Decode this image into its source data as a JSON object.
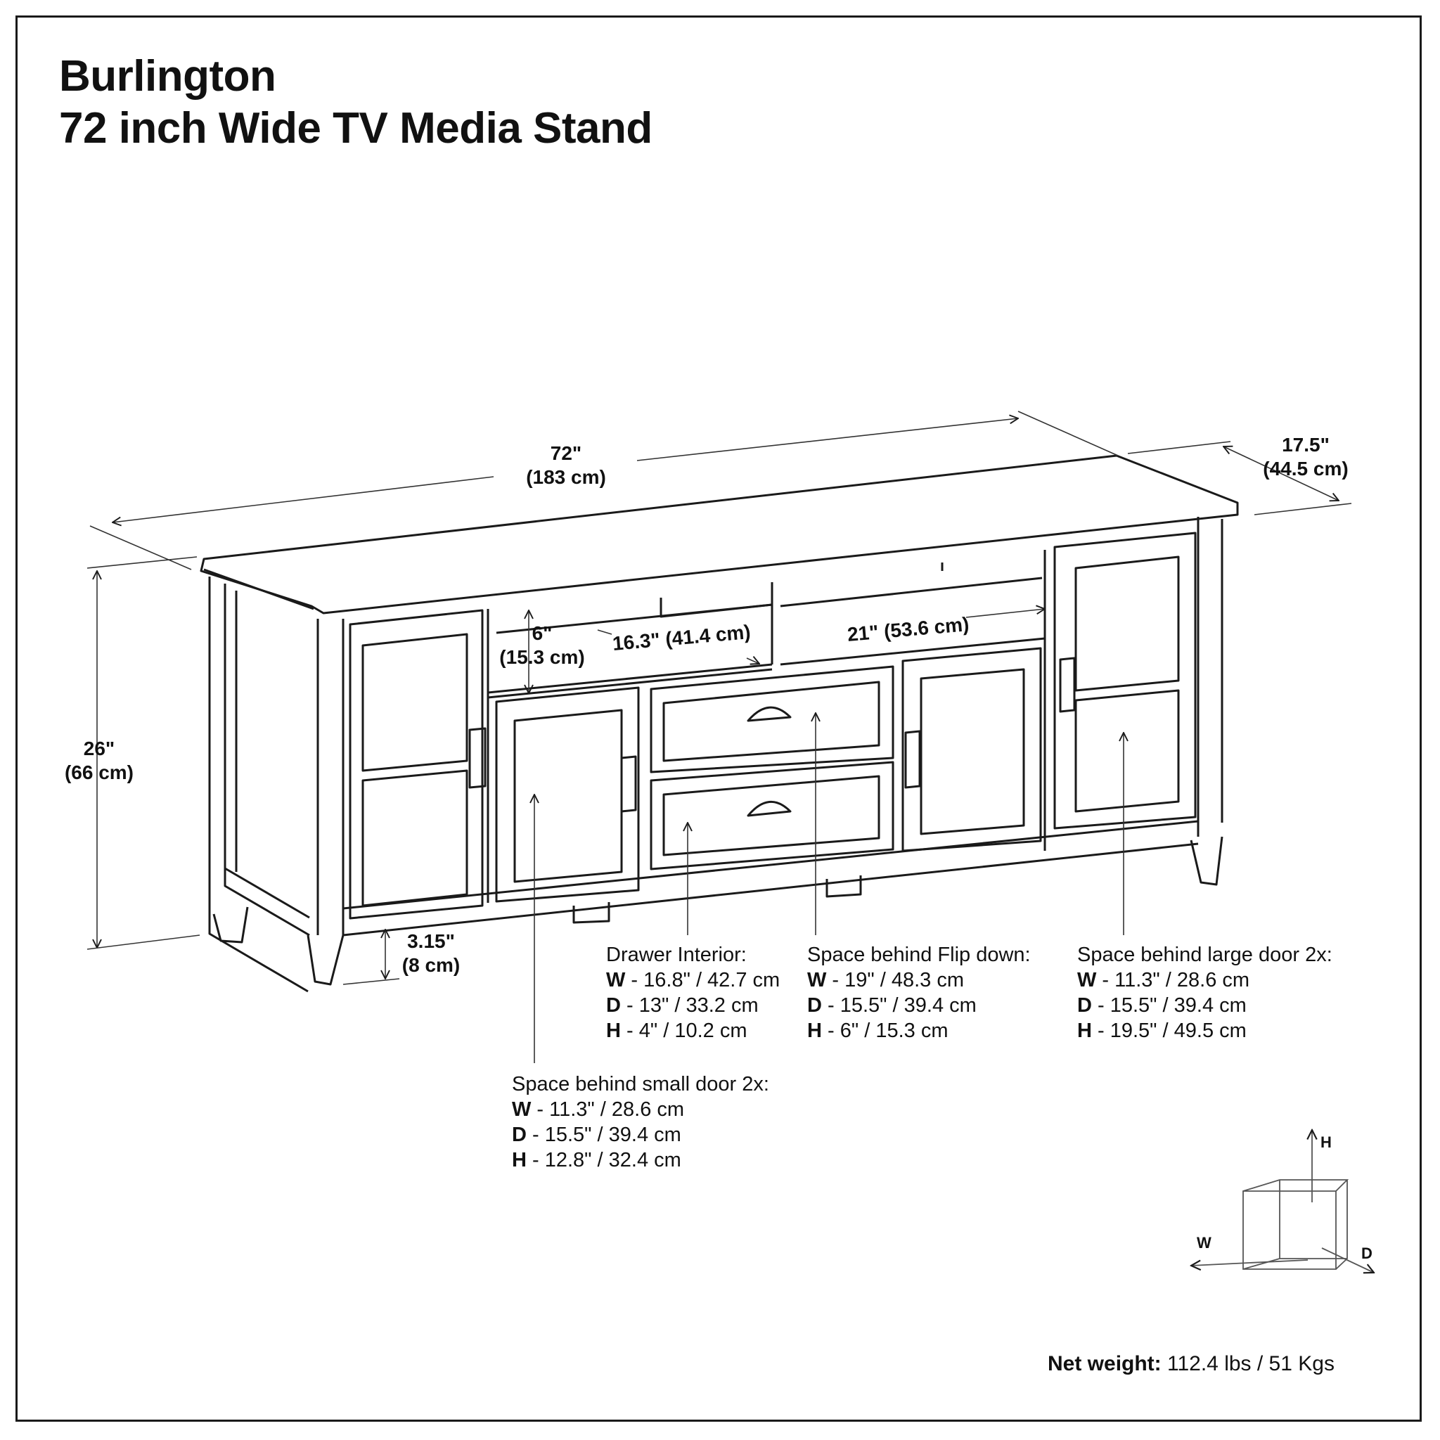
{
  "title": {
    "line1": "Burlington",
    "line2": "72 inch Wide TV Media Stand"
  },
  "dimensions": {
    "width": {
      "imperial": "72\"",
      "metric": "(183 cm)"
    },
    "depth": {
      "imperial": "17.5\"",
      "metric": "(44.5 cm)"
    },
    "height": {
      "imperial": "26\"",
      "metric": "(66 cm)"
    },
    "clearance": {
      "imperial": "3.15\"",
      "metric": "(8 cm)"
    },
    "shelf_height": {
      "imperial": "6\"",
      "metric": "(15.3 cm)"
    },
    "left_opening": "16.3\" (41.4 cm)",
    "right_opening": "21\" (53.6 cm)"
  },
  "specs": [
    {
      "heading": "Drawer Interior:",
      "rows": [
        {
          "key": "W",
          "value": " - 16.8\" / 42.7 cm"
        },
        {
          "key": "D",
          "value": " - 13\" / 33.2 cm"
        },
        {
          "key": "H",
          "value": " - 4\" / 10.2 cm"
        }
      ]
    },
    {
      "heading": "Space behind Flip down:",
      "rows": [
        {
          "key": "W",
          "value": " - 19\" / 48.3 cm"
        },
        {
          "key": "D",
          "value": " - 15.5\" / 39.4 cm"
        },
        {
          "key": "H",
          "value": " - 6\" / 15.3 cm"
        }
      ]
    },
    {
      "heading": "Space behind large door 2x:",
      "rows": [
        {
          "key": "W",
          "value": " - 11.3\" / 28.6 cm"
        },
        {
          "key": "D",
          "value": " - 15.5\" / 39.4 cm"
        },
        {
          "key": "H",
          "value": " - 19.5\" / 49.5 cm"
        }
      ]
    },
    {
      "heading": "Space behind small door 2x:",
      "rows": [
        {
          "key": "W",
          "value": " - 11.3\" / 28.6 cm"
        },
        {
          "key": "D",
          "value": " - 15.5\" / 39.4 cm"
        },
        {
          "key": "H",
          "value": " - 12.8\" / 32.4 cm"
        }
      ]
    }
  ],
  "axis_legend": {
    "h": "H",
    "w": "W",
    "d": "D"
  },
  "weight": {
    "label": "Net weight:",
    "value": " 112.4 lbs / 51 Kgs"
  },
  "colors": {
    "line": "#1a1a1a",
    "background": "#ffffff"
  }
}
